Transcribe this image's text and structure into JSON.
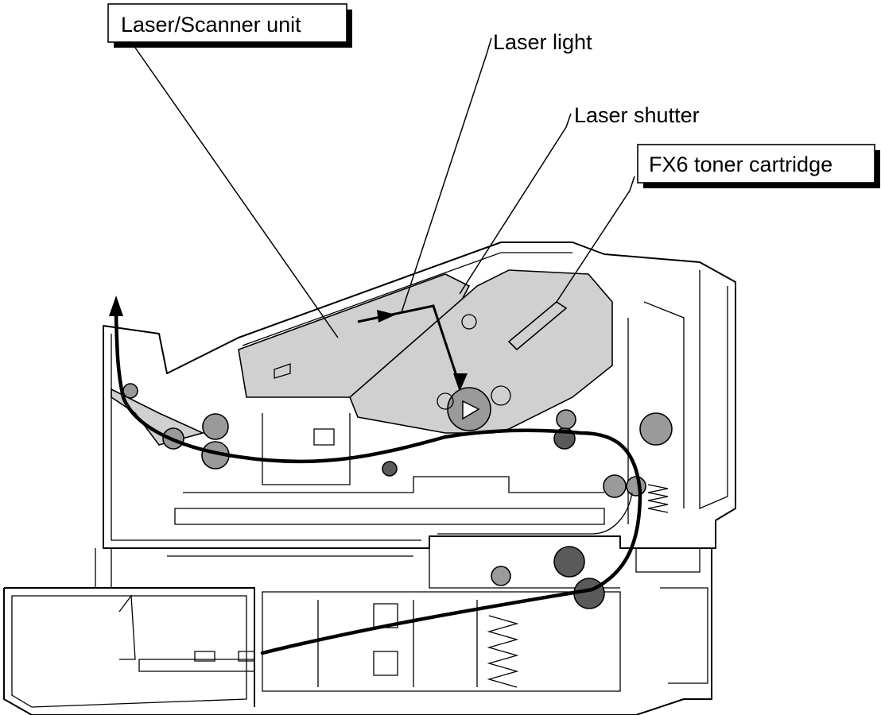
{
  "labels": {
    "laser_scanner_unit": "Laser/Scanner unit",
    "laser_light": "Laser light",
    "laser_shutter": "Laser shutter",
    "fx6_toner_cartridge": "FX6 toner cartridge"
  }
}
